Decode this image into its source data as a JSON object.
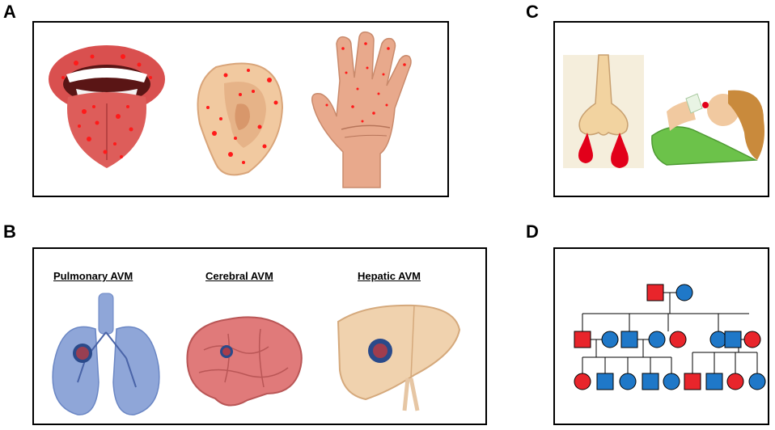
{
  "panels": {
    "a": {
      "label": "A"
    },
    "b": {
      "label": "B",
      "captions": [
        "Pulmonary AVM",
        "Cerebral AVM",
        "Hepatic AVM"
      ]
    },
    "c": {
      "label": "C"
    },
    "d": {
      "label": "D"
    }
  },
  "colors": {
    "tongue": "#d9504f",
    "ear": "#f1c9a0",
    "hand": "#e8a98c",
    "spot": "#ff1a1a",
    "lung": "#8fa6d8",
    "brain": "#e07a7a",
    "liver": "#f0d2ae",
    "blood": "#e2001a",
    "shirt": "#6cc24a",
    "male_red": "#e8252b",
    "female_blue": "#1f78c8"
  },
  "icons": [
    "tongue-icon",
    "ear-icon",
    "hand-icon",
    "lungs-icon",
    "brain-icon",
    "liver-icon",
    "nose-bleed-icon",
    "person-nosebleed-icon",
    "pedigree-chart"
  ],
  "pedigree": {
    "gen1": [
      {
        "sex": "male",
        "color": "red"
      },
      {
        "sex": "female",
        "color": "blue"
      }
    ],
    "gen2": [
      {
        "sex": "male",
        "color": "red"
      },
      {
        "sex": "female",
        "color": "blue"
      },
      {
        "sex": "male",
        "color": "blue"
      },
      {
        "sex": "female",
        "color": "blue"
      },
      {
        "sex": "female",
        "color": "red"
      },
      {
        "sex": "female",
        "color": "blue"
      },
      {
        "sex": "male",
        "color": "blue"
      },
      {
        "sex": "female",
        "color": "red"
      }
    ],
    "gen3": [
      {
        "sex": "female",
        "color": "red"
      },
      {
        "sex": "male",
        "color": "blue"
      },
      {
        "sex": "female",
        "color": "blue"
      },
      {
        "sex": "male",
        "color": "blue"
      },
      {
        "sex": "female",
        "color": "blue"
      },
      {
        "sex": "male",
        "color": "red"
      },
      {
        "sex": "male",
        "color": "blue"
      },
      {
        "sex": "female",
        "color": "red"
      },
      {
        "sex": "female",
        "color": "blue"
      }
    ]
  }
}
